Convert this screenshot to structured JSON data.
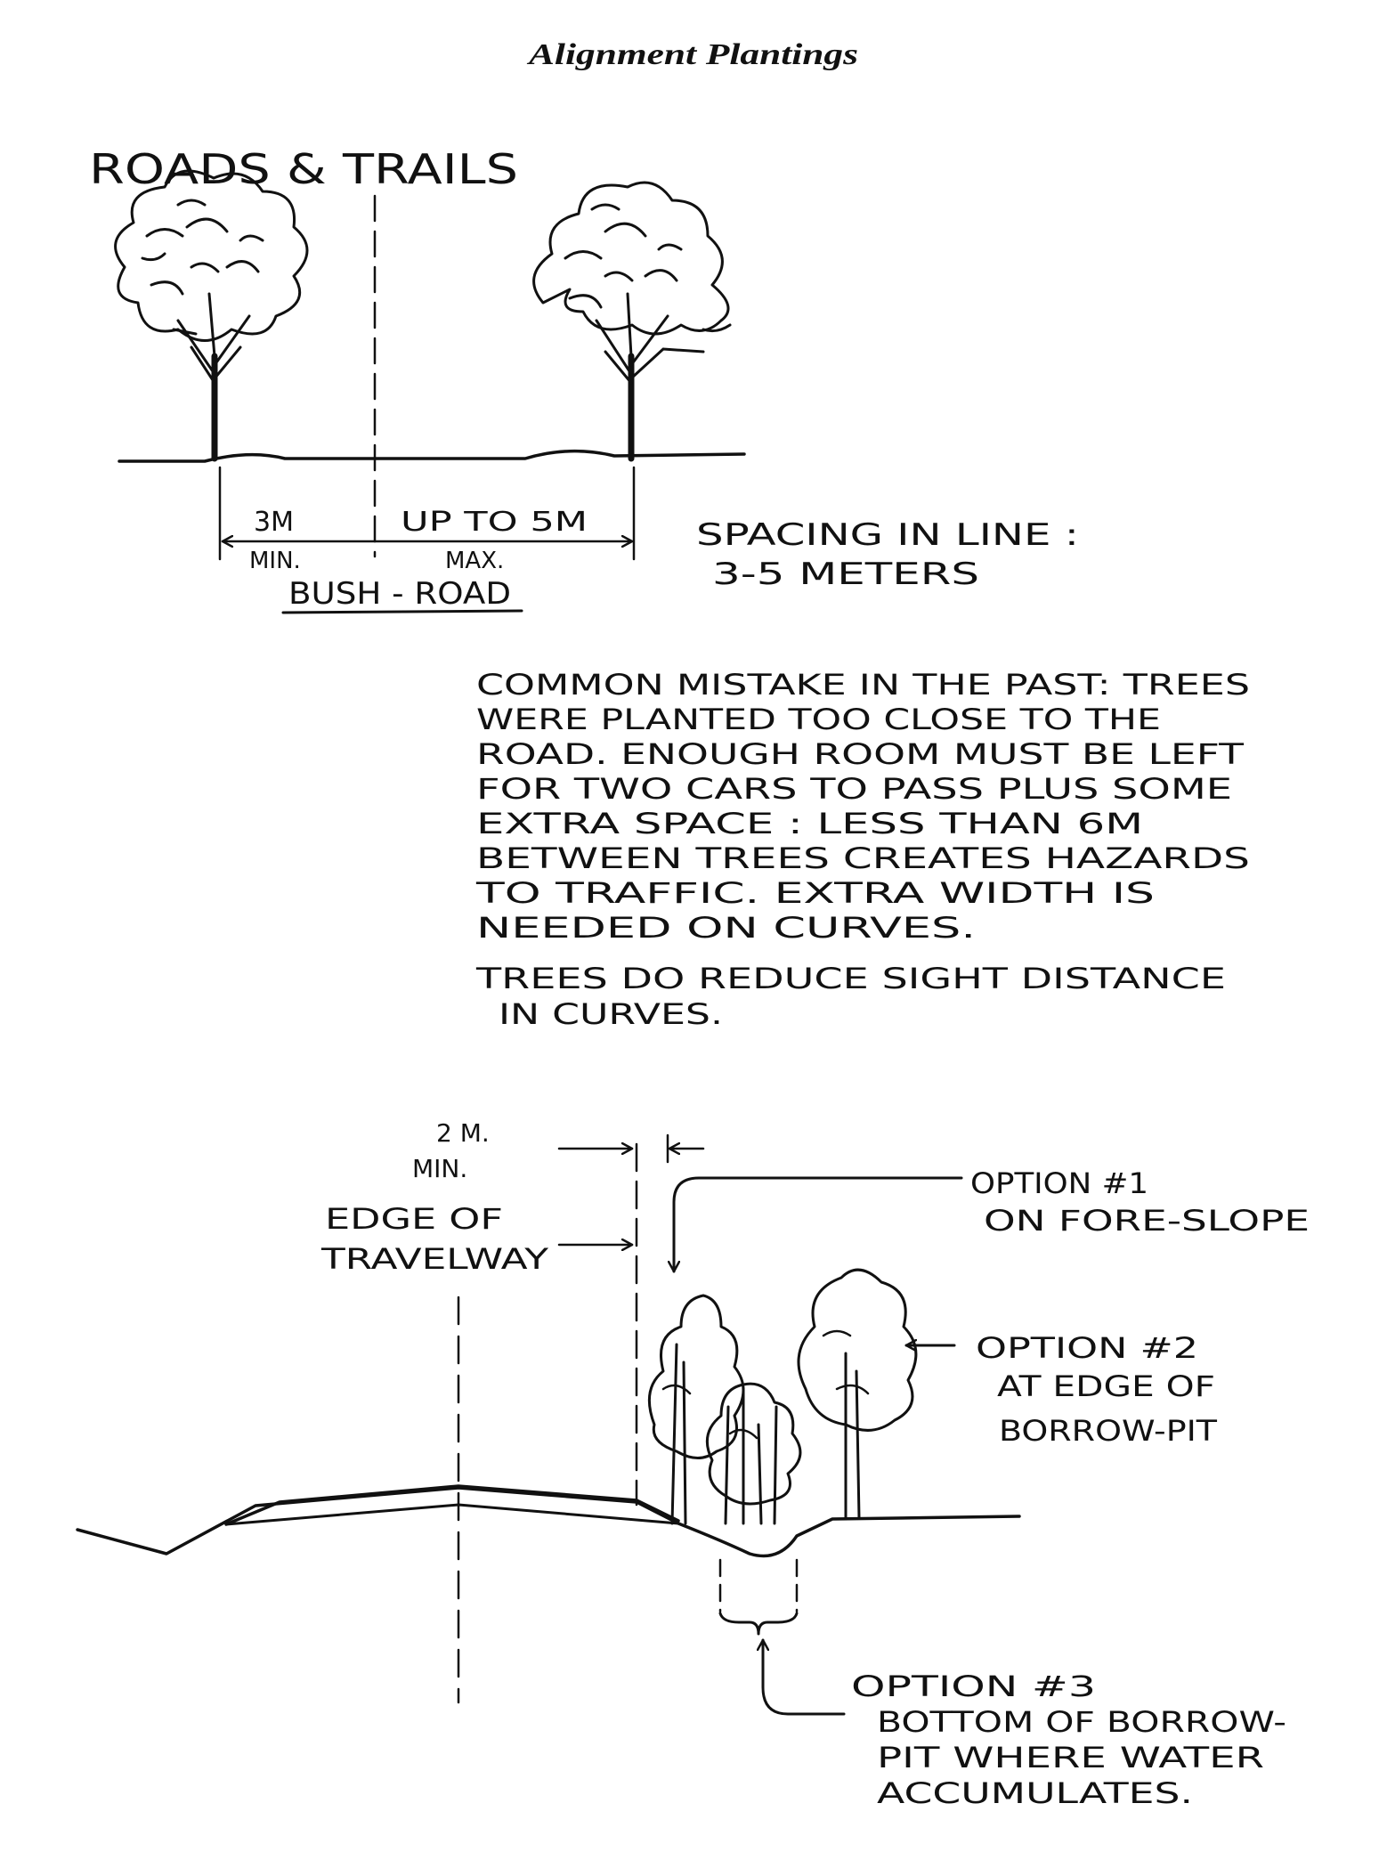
{
  "page": {
    "title": "Alignment Plantings"
  },
  "section_top": {
    "heading": "ROADS & TRAILS",
    "dim_left_top": "3M",
    "dim_left_bottom": "MIN.",
    "dim_right_top": "UP TO 5M",
    "dim_right_bottom": "MAX.",
    "caption": "BUSH - ROAD",
    "spacing_line1": "SPACING IN LINE :",
    "spacing_line2": "3-5 METERS"
  },
  "note": {
    "lines": [
      "COMMON MISTAKE IN THE PAST: TREES",
      "WERE PLANTED TOO CLOSE TO THE",
      "ROAD. ENOUGH ROOM MUST BE LEFT",
      "FOR TWO CARS TO PASS PLUS SOME",
      "EXTRA SPACE : LESS THAN 6M",
      "BETWEEN TREES CREATES HAZARDS",
      "TO TRAFFIC. EXTRA WIDTH IS",
      "NEEDED ON CURVES."
    ],
    "second_lines": [
      "TREES DO REDUCE SIGHT DISTANCE",
      "IN CURVES."
    ]
  },
  "section_bottom": {
    "dim_top": "2 M.",
    "dim_bottom": "MIN.",
    "edge_line1": "EDGE OF",
    "edge_line2": "TRAVELWAY",
    "option1": [
      "OPTION #1",
      "ON FORE-SLOPE"
    ],
    "option2": [
      "OPTION #2",
      "AT EDGE OF",
      "BORROW-PIT"
    ],
    "option3": [
      "OPTION #3",
      "BOTTOM OF BORROW-",
      "PIT WHERE WATER",
      "ACCUMULATES."
    ]
  }
}
